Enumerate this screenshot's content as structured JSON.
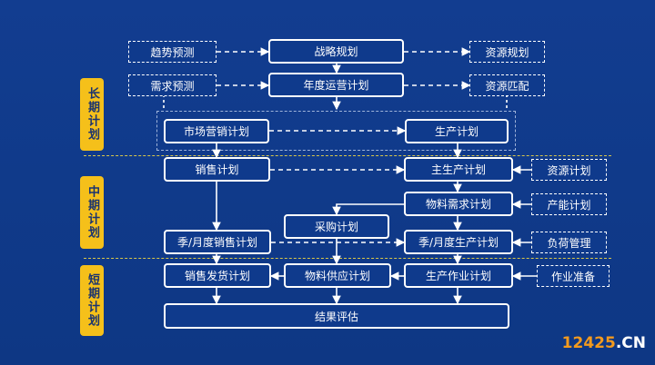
{
  "phases": {
    "long": "长期计划",
    "mid": "中期计划",
    "short": "短期计划"
  },
  "nodes": {
    "trend_forecast": "趋势预测",
    "strategic_plan": "战略规划",
    "resource_plan_long": "资源规划",
    "demand_forecast": "需求预测",
    "annual_ops_plan": "年度运营计划",
    "resource_match": "资源匹配",
    "marketing_plan": "市场营销计划",
    "production_plan": "生产计划",
    "sales_plan": "销售计划",
    "master_production_plan": "主生产计划",
    "resource_plan_mid": "资源计划",
    "material_requirements_plan": "物料需求计划",
    "capacity_plan": "产能计划",
    "procurement_plan": "采购计划",
    "quarterly_sales_plan": "季/月度销售计划",
    "quarterly_production_plan": "季/月度生产计划",
    "load_management": "负荷管理",
    "sales_delivery_plan": "销售发货计划",
    "material_supply_plan": "物料供应计划",
    "production_job_plan": "生产作业计划",
    "job_preparation": "作业准备",
    "result_evaluation": "结果评估"
  },
  "watermark": {
    "number": "12425",
    "suffix": ".CN"
  }
}
